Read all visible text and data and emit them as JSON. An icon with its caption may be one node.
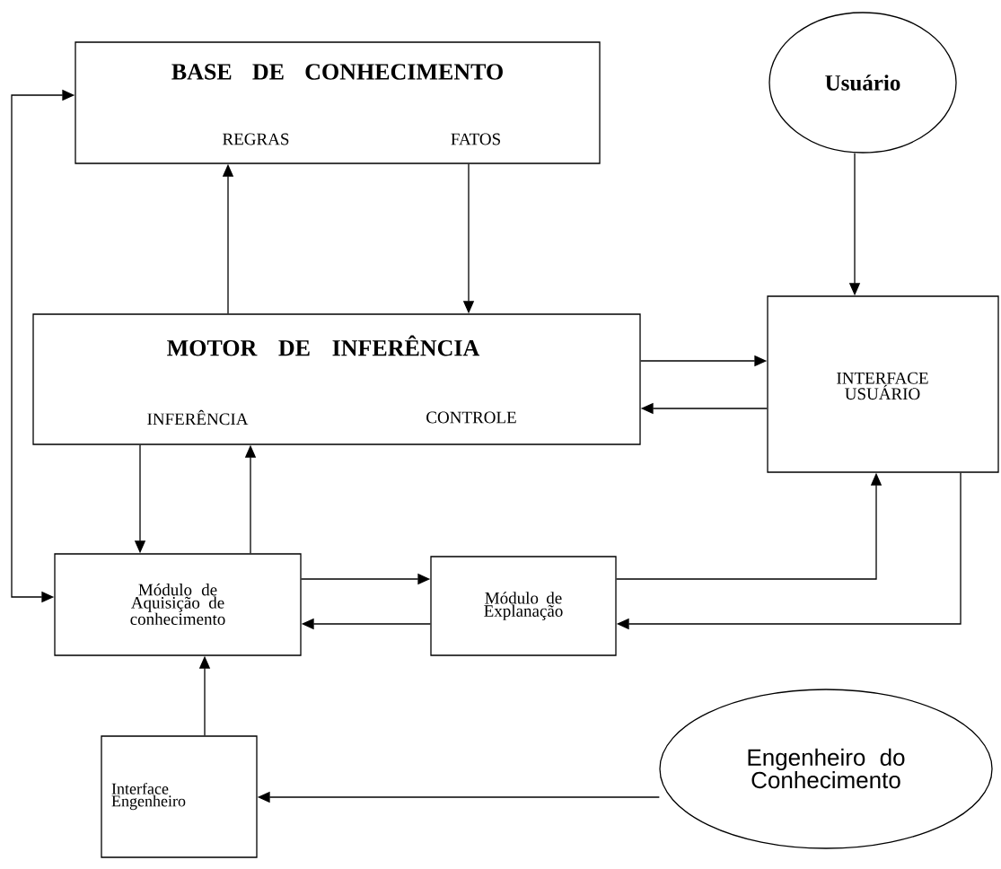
{
  "diagram": {
    "nodes": [
      {
        "text": [
          "BASE DE CONHECIMENTO",
          "REGRAS",
          "FATOS"
        ]
      },
      {
        "text": [
          "Usuário"
        ]
      },
      {
        "text": [
          "MOTOR DE INFERÊNCIA",
          "INFERÊNCIA",
          "CONTROLE"
        ]
      },
      {
        "text": [
          "INTERFACE USUÁRIO"
        ]
      },
      {
        "text": [
          "Módulo de Aquisição de conhecimento"
        ]
      },
      {
        "text": [
          "Módulo de Explanação"
        ]
      },
      {
        "text": [
          "Interface Engenheiro"
        ]
      },
      {
        "text": [
          "Engenheiro do Conhecimento"
        ]
      }
    ],
    "edges": [
      {
        "from": 2,
        "to": 0,
        "arrow": "to"
      },
      {
        "from": 0,
        "to": 2,
        "arrow": "to"
      },
      {
        "from": 1,
        "to": 3,
        "arrow": "to"
      },
      {
        "from": 2,
        "to": 3,
        "arrow": "to"
      },
      {
        "from": 3,
        "to": 2,
        "arrow": "to"
      },
      {
        "from": 2,
        "to": 4,
        "arrow": "to"
      },
      {
        "from": 4,
        "to": 2,
        "arrow": "to"
      },
      {
        "from": 4,
        "to": 5,
        "arrow": "to"
      },
      {
        "from": 5,
        "to": 4,
        "arrow": "to"
      },
      {
        "from": 5,
        "to": 3,
        "arrow": "to"
      },
      {
        "from": 3,
        "to": 5,
        "arrow": "to"
      },
      {
        "from": 0,
        "to": 4,
        "arrow": "both"
      },
      {
        "from": 6,
        "to": 4,
        "arrow": "to"
      },
      {
        "from": 7,
        "to": 6,
        "arrow": "to"
      }
    ]
  }
}
